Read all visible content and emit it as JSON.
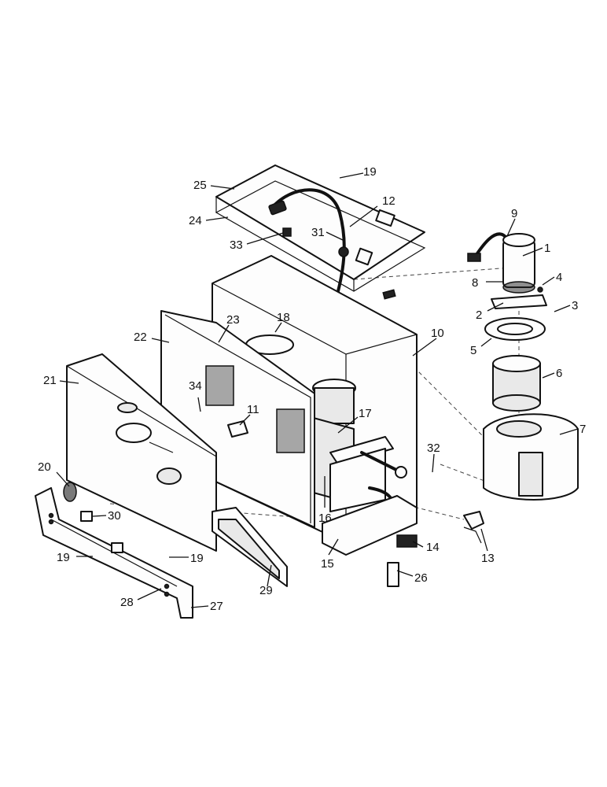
{
  "callouts": [
    {
      "id": "c1",
      "text": "1"
    },
    {
      "id": "c2",
      "text": "2"
    },
    {
      "id": "c3",
      "text": "3"
    },
    {
      "id": "c4",
      "text": "4"
    },
    {
      "id": "c5",
      "text": "5"
    },
    {
      "id": "c6",
      "text": "6"
    },
    {
      "id": "c7",
      "text": "7"
    },
    {
      "id": "c8",
      "text": "8"
    },
    {
      "id": "c9",
      "text": "9"
    },
    {
      "id": "c10",
      "text": "10"
    },
    {
      "id": "c11",
      "text": "11"
    },
    {
      "id": "c12",
      "text": "12"
    },
    {
      "id": "c13",
      "text": "13"
    },
    {
      "id": "c14",
      "text": "14"
    },
    {
      "id": "c15",
      "text": "15"
    },
    {
      "id": "c16",
      "text": "16"
    },
    {
      "id": "c17",
      "text": "17"
    },
    {
      "id": "c18",
      "text": "18"
    },
    {
      "id": "c19a",
      "text": "19"
    },
    {
      "id": "c19b",
      "text": "19"
    },
    {
      "id": "c19c",
      "text": "19"
    },
    {
      "id": "c20",
      "text": "20"
    },
    {
      "id": "c21",
      "text": "21"
    },
    {
      "id": "c22",
      "text": "22"
    },
    {
      "id": "c23",
      "text": "23"
    },
    {
      "id": "c24",
      "text": "24"
    },
    {
      "id": "c25",
      "text": "25"
    },
    {
      "id": "c26",
      "text": "26"
    },
    {
      "id": "c27",
      "text": "27"
    },
    {
      "id": "c28",
      "text": "28"
    },
    {
      "id": "c29",
      "text": "29"
    },
    {
      "id": "c30",
      "text": "30"
    },
    {
      "id": "c31",
      "text": "31"
    },
    {
      "id": "c32",
      "text": "32"
    },
    {
      "id": "c33",
      "text": "33"
    },
    {
      "id": "c34",
      "text": "34"
    }
  ]
}
